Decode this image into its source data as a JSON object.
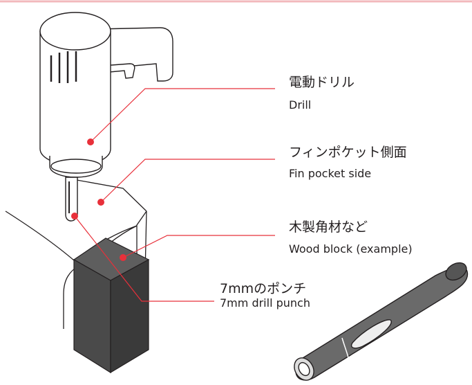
{
  "labels": {
    "drill": {
      "jp": "電動ドリル",
      "en": "Drill"
    },
    "fin_pocket": {
      "jp": "フィンポケット側面",
      "en": "Fin pocket side"
    },
    "wood_block": {
      "jp": "木製角材など",
      "en": "Wood block (example)"
    },
    "punch": {
      "jp": "7mmのポンチ",
      "en": "7mm drill punch"
    }
  },
  "colors": {
    "leader": "#e8303a",
    "outline": "#231f20",
    "block_front": "#4a4a4a",
    "block_side": "#3a3a3a",
    "block_top": "#5e5e5e",
    "tool_body": "#6a6a6a"
  }
}
